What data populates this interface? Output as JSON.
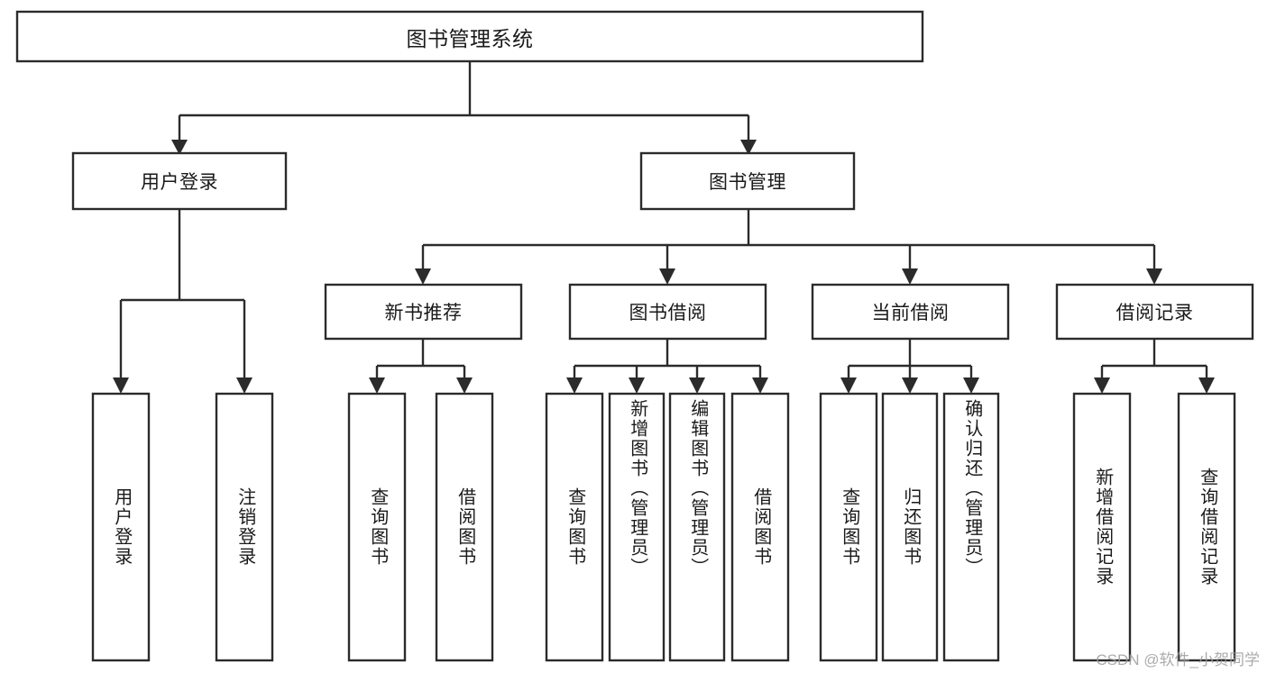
{
  "diagram": {
    "type": "tree",
    "title": "图书管理系统",
    "watermark": "CSDN @软件_小贺同学",
    "levels": {
      "root": {
        "label": "图书管理系统"
      },
      "level2": [
        {
          "label": "用户登录"
        },
        {
          "label": "图书管理"
        }
      ],
      "level3": [
        {
          "label": "新书推荐"
        },
        {
          "label": "图书借阅"
        },
        {
          "label": "当前借阅"
        },
        {
          "label": "借阅记录"
        }
      ],
      "leaves": [
        {
          "label": "用户登录",
          "parent": "用户登录"
        },
        {
          "label": "注销登录",
          "parent": "用户登录"
        },
        {
          "label": "查询图书",
          "parent": "新书推荐"
        },
        {
          "label": "借阅图书",
          "parent": "新书推荐"
        },
        {
          "label": "查询图书",
          "parent": "图书借阅"
        },
        {
          "label": "新增图书（管理员）",
          "parent": "图书借阅"
        },
        {
          "label": "编辑图书（管理员）",
          "parent": "图书借阅"
        },
        {
          "label": "借阅图书",
          "parent": "图书借阅"
        },
        {
          "label": "查询图书",
          "parent": "当前借阅"
        },
        {
          "label": "归还图书",
          "parent": "当前借阅"
        },
        {
          "label": "确认归还（管理员）",
          "parent": "当前借阅"
        },
        {
          "label": "新增借阅记录",
          "parent": "借阅记录"
        },
        {
          "label": "查询借阅记录",
          "parent": "借阅记录"
        }
      ]
    },
    "colors": {
      "stroke": "#2b2b2b",
      "fill": "#ffffff",
      "text": "#1a1a1a",
      "watermark": "#9d9d9d"
    }
  }
}
